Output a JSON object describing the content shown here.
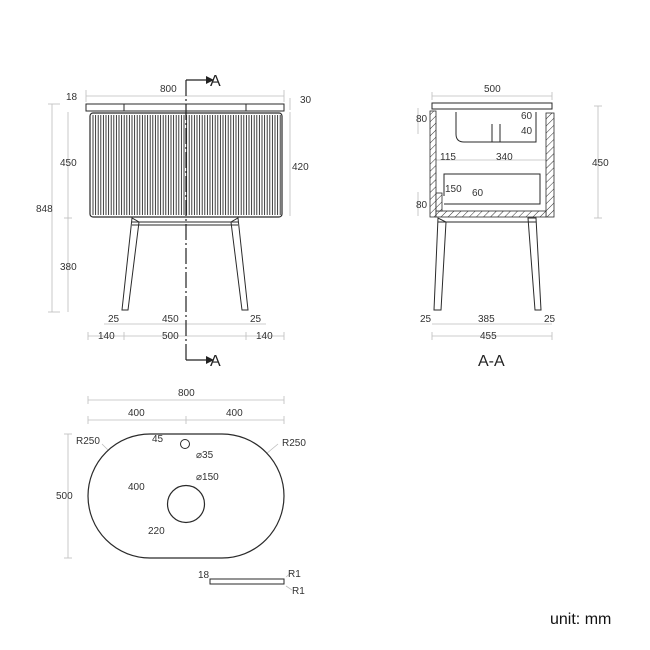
{
  "front_view": {
    "dims": {
      "top_thickness": "18",
      "width": "800",
      "top_overhang": "30",
      "cabinet_height": "450",
      "total_height": "848",
      "leg_height": "380",
      "front_height": "420",
      "leg_inset_left": "25",
      "leg_span": "450",
      "leg_inset_right": "25",
      "side_left": "140",
      "base_span": "500",
      "side_right": "140"
    },
    "section_markers": [
      "A",
      "A"
    ]
  },
  "section_view": {
    "title": "A-A",
    "dims": {
      "depth": "500",
      "height": "450",
      "top_rail": "80",
      "bottom_rail": "80",
      "inner_offset": "115",
      "inner_depth": "340",
      "dim_60_top": "60",
      "dim_40": "40",
      "drawer_150": "150",
      "drawer_60": "60",
      "leg_inset_left": "25",
      "leg_span": "385",
      "leg_inset_right": "25",
      "base_depth": "455"
    }
  },
  "top_view": {
    "dims": {
      "width": "800",
      "half_left": "400",
      "half_right": "400",
      "radius_left": "R250",
      "radius_right": "R250",
      "tap_offset": "45",
      "tap_hole": "⌀35",
      "basin_hole": "⌀150",
      "basin_x": "400",
      "basin_y": "220",
      "depth": "500"
    }
  },
  "profile_view": {
    "dims": {
      "thickness": "18",
      "radius_top": "R1",
      "radius_bottom": "R1"
    }
  },
  "unit_label": "unit: mm"
}
